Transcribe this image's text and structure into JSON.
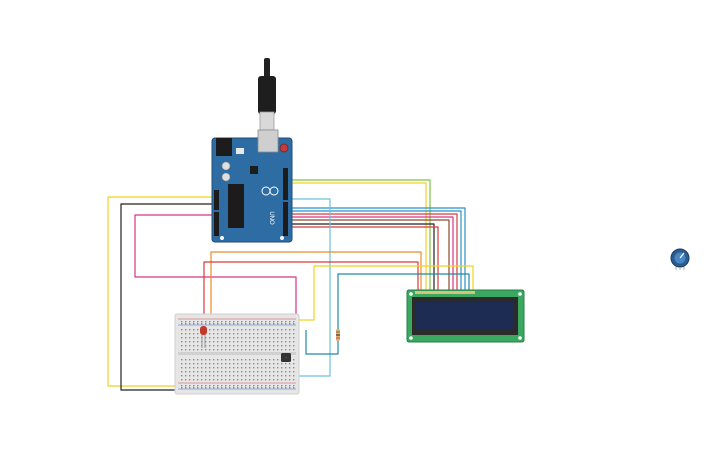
{
  "workspace": {
    "background": "#ffffff",
    "components": [
      {
        "id": "arduino",
        "kind": "Arduino Uno R3",
        "board_color": "#2e6da4",
        "brand_text": "UNO"
      },
      {
        "id": "usb-cable",
        "kind": "USB cable",
        "color": "#222222"
      },
      {
        "id": "breadboard",
        "kind": "Breadboard (half)",
        "color": "#e6e6e6"
      },
      {
        "id": "lcd",
        "kind": "LCD 16x2",
        "pcb_color": "#3aa860",
        "screen_color": "#1d2c52"
      },
      {
        "id": "led",
        "kind": "LED",
        "color": "#c0392b"
      },
      {
        "id": "temp-sensor",
        "kind": "Temperature sensor",
        "color": "#333333"
      },
      {
        "id": "resistor",
        "kind": "Resistor",
        "color": "#d9b07a"
      },
      {
        "id": "potentiometer",
        "kind": "Potentiometer",
        "color": "#2a5c8f"
      }
    ],
    "wire_colors": {
      "yellow": "#f2d21e",
      "black": "#222222",
      "magenta": "#d6338a",
      "red": "#d83a3a",
      "orange": "#ee8a2a",
      "light_blue": "#6cc0de",
      "blue": "#2b8fc9",
      "green": "#7fc24a",
      "brown": "#8a4b2a",
      "teal": "#1d8aa6"
    }
  }
}
